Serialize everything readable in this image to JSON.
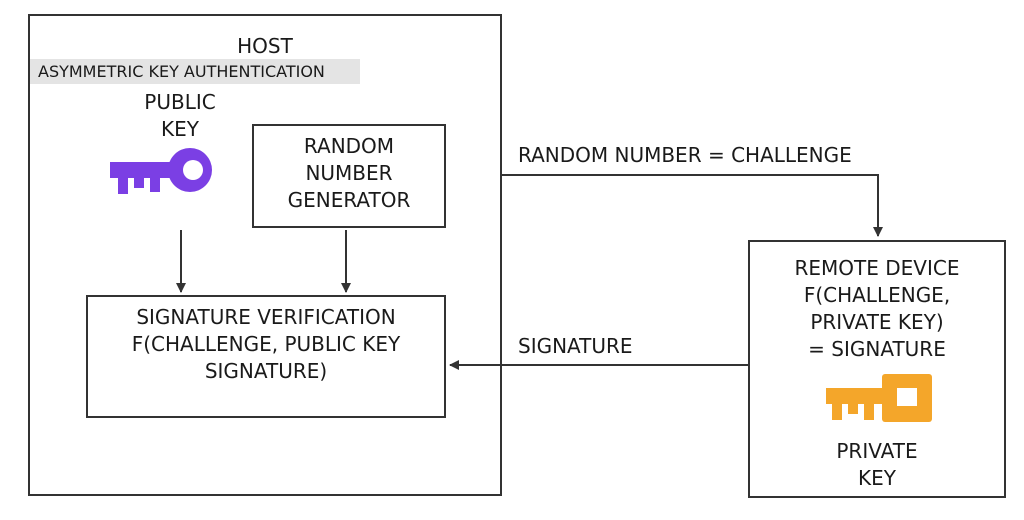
{
  "host": {
    "title": "HOST",
    "subtitle": "ASYMMETRIC KEY AUTHENTICATION",
    "public_key_label": [
      "PUBLIC",
      "KEY"
    ],
    "rng_label": [
      "RANDOM",
      "NUMBER",
      "GENERATOR"
    ],
    "verification_label": [
      "SIGNATURE VERIFICATION",
      "F(CHALLENGE, PUBLIC KEY",
      "SIGNATURE)"
    ]
  },
  "remote": {
    "label": [
      "REMOTE DEVICE",
      "F(CHALLENGE,",
      "PRIVATE KEY)",
      "= SIGNATURE"
    ],
    "private_key_label": [
      "PRIVATE",
      "KEY"
    ]
  },
  "arrows": {
    "challenge_label": "RANDOM NUMBER = CHALLENGE",
    "signature_label": "SIGNATURE"
  },
  "colors": {
    "public_key": "#7b3fe4",
    "private_key": "#f4a62a",
    "line": "#333333",
    "subtitle_bg": "#e4e4e4"
  },
  "icons": {
    "public_key": "key-icon",
    "private_key": "key-icon"
  }
}
